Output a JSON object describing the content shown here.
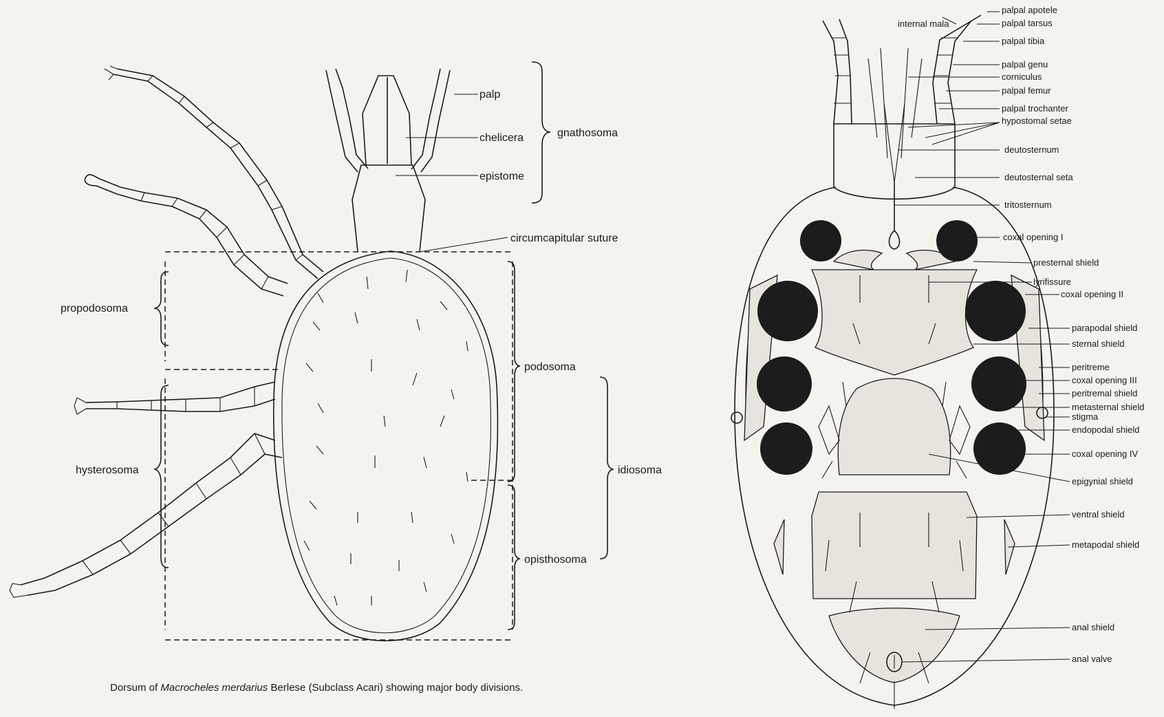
{
  "dorsal": {
    "labels": {
      "palp": "palp",
      "chelicera": "chelicera",
      "epistome": "epistome",
      "gnathosoma": "gnathosoma",
      "circumcapitular_suture": "circumcapitular suture",
      "propodosoma": "propodosoma",
      "podosoma": "podosoma",
      "hysterosoma": "hysterosoma",
      "idiosoma": "idiosoma",
      "opisthosoma": "opisthosoma"
    },
    "caption": {
      "before": "Dorsum of ",
      "species": "Macrocheles merdarius",
      "after": " Berlese (Subclass Acari) showing major body divisions."
    }
  },
  "ventral": {
    "labels": {
      "internal_mala": "internal mala",
      "palpal_apotele": "palpal apotele",
      "palpal_tarsus": "palpal tarsus",
      "palpal_tibia": "palpal tibia",
      "palpal_genu": "palpal genu",
      "corniculus": "corniculus",
      "palpal_femur": "palpal femur",
      "palpal_trochanter": "palpal trochanter",
      "hypostomal_setae": "hypostomal setae",
      "deutosternum": "deutosternum",
      "deutosternal_seta": "deutosternal seta",
      "tritosternum": "tritosternum",
      "coxal_opening_1": "coxal opening I",
      "presternal_shield": "presternal shield",
      "lyrifissure": "lyrifissure",
      "coxal_opening_2": "coxal opening II",
      "parapodal_shield": "parapodal shield",
      "sternal_shield": "sternal shield",
      "peritreme": "peritreme",
      "coxal_opening_3": "coxal opening III",
      "peritremal_shield": "peritremal shield",
      "metasternal_shield": "metasternal shield",
      "stigma": "stigma",
      "endopodal_shield": "endopodal shield",
      "coxal_opening_4": "coxal opening IV",
      "epigynial_shield": "epigynial shield",
      "ventral_shield": "ventral shield",
      "metapodal_shield": "metapodal shield",
      "anal_shield": "anal shield",
      "anal_valve": "anal valve"
    }
  },
  "colors": {
    "background": "#f4f3ee",
    "ink": "#1a1a1a",
    "shield_fill": "#e6e4dc",
    "coxal_opening_fill": "#1c1c1c"
  }
}
